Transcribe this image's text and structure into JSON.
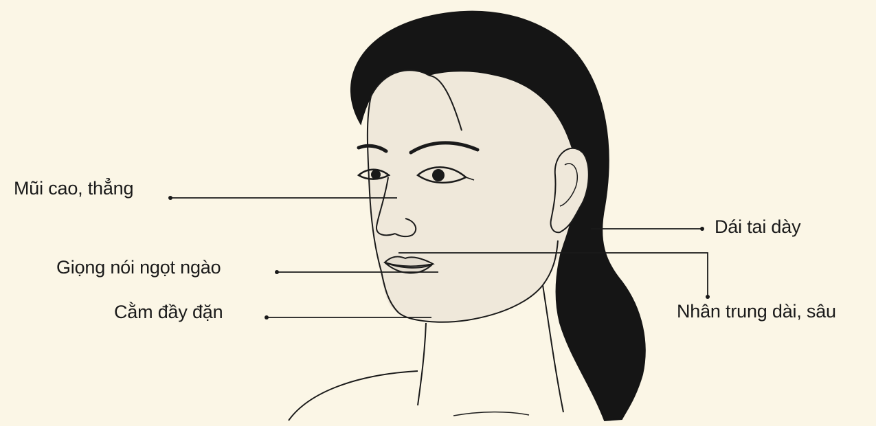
{
  "labels": {
    "nose": "Mũi cao, thẳng",
    "voice": "Giọng nói ngọt ngào",
    "chin": "Cằm đầy đặn",
    "earlobe": "Dái tai dày",
    "philtrum": "Nhân trung dài, sâu"
  },
  "colors": {
    "background": "#fbf6e6",
    "ink": "#1a1a1a",
    "hair": "#151515",
    "skin_shade": "#e4ddd0"
  }
}
